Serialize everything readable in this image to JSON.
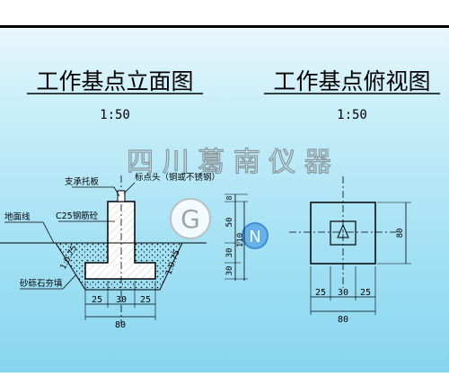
{
  "left_view": {
    "title": "工作基点立面图",
    "scale": "1:50",
    "labels": {
      "support": "支承托板",
      "benchmark_head": "标点头（铜或不锈钢）",
      "ground_line": "地面线",
      "concrete": "C25钢筋砼",
      "slope_left": "1:0.75",
      "slope_right": "1:0.75",
      "gravel": "砂砾石夯填"
    },
    "dims_bottom": [
      "25",
      "30",
      "25",
      "80"
    ],
    "dims_right": [
      "8",
      "50",
      "30",
      "110",
      "30"
    ]
  },
  "right_view": {
    "title": "工作基点俯视图",
    "scale": "1:50",
    "dims_bottom": [
      "25",
      "30",
      "25",
      "80"
    ],
    "dims_right": [
      "80"
    ]
  },
  "watermark": {
    "text": "四 川 葛 南 仪 器",
    "logo_g": "G",
    "logo_n": "N"
  },
  "colors": {
    "line": "#000000",
    "watermark": "#8a8a8a",
    "logo_blue": "#2f7fd0"
  }
}
